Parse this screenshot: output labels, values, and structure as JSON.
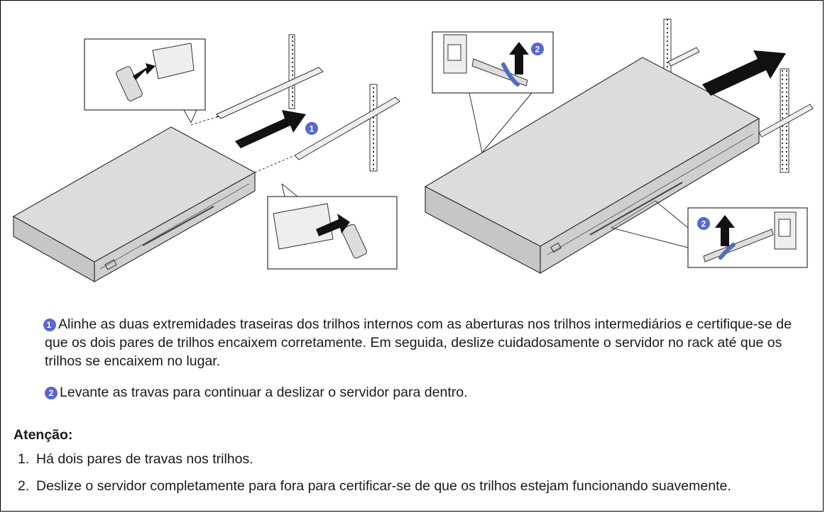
{
  "figure": {
    "badges": {
      "step1": "1",
      "step2": "2"
    }
  },
  "steps": [
    {
      "badge": "1",
      "text": "Alinhe as duas extremidades traseiras dos trilhos internos com as aberturas nos trilhos intermediários e certifique-se de que os dois pares de trilhos encaixem corretamente. Em seguida, deslize cuidadosamente o servidor no rack até que os trilhos se encaixem no lugar."
    },
    {
      "badge": "2",
      "text": "Levante as travas para continuar a deslizar o servidor para dentro."
    }
  ],
  "attention": {
    "title": "Atenção:",
    "items": [
      {
        "num": "1.",
        "text": "Há dois pares de travas nos trilhos."
      },
      {
        "num": "2.",
        "text": "Deslize o servidor completamente para fora para certificar-se de que os trilhos estejam funcionando suavemente."
      }
    ]
  },
  "colors": {
    "badge": "#5a66cf",
    "server_top": "#dcdcdc",
    "server_side": "#c6c6c6",
    "latch": "#4e6fbf"
  }
}
